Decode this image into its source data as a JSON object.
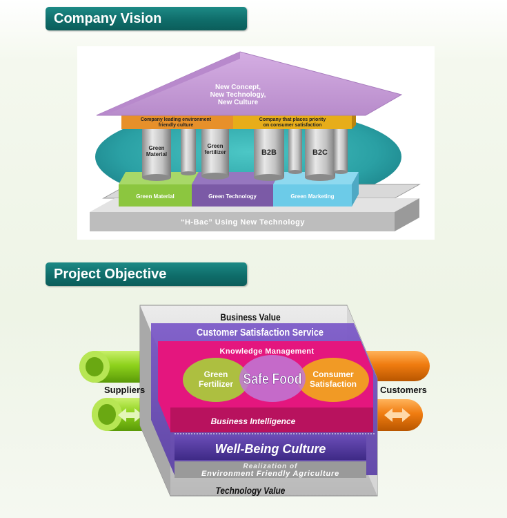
{
  "headers": {
    "vision": "Company Vision",
    "objective": "Project Objective"
  },
  "vision": {
    "roof": [
      "New Concept,",
      "New Technology,",
      "New Culture"
    ],
    "beam_left": [
      "Company leading environment",
      "friendly culture"
    ],
    "beam_right": [
      "Company that places priority",
      "on consumer satisfaction"
    ],
    "pillars": {
      "green_material": [
        "Green",
        "Material"
      ],
      "green_fertilizer": [
        "Green",
        "fertilizer"
      ],
      "b2b": "B2B",
      "b2c": "B2C"
    },
    "blocks": {
      "left": "Green Material",
      "mid": "Green Technology",
      "right": "Green Marketing"
    },
    "base": "“H-Bac”  Using New Technology"
  },
  "objective": {
    "business_value": "Business Value",
    "css": "Customer Satisfaction Service",
    "km": "Knowledge Management",
    "circles": {
      "left": [
        "Green",
        "Fertilizer"
      ],
      "mid": "Safe Food",
      "right": [
        "Consumer",
        "Satisfaction"
      ]
    },
    "bi": "Business Intelligence",
    "wbc": "Well-Being Culture",
    "realization": [
      "Realization of",
      "Environment Friendly Agriculture"
    ],
    "technology_value": "Technology Value",
    "suppliers": "Suppliers",
    "customers": "Customers"
  },
  "colors": {
    "header": "#0f6d6a",
    "roof": "#c49ad6",
    "beam": "#e7902a",
    "oval": "#29a3a6",
    "green_block": "#8cc63f",
    "purple_block": "#7b5aa6",
    "blue_block": "#6ccbe8",
    "magenta": "#e4167e",
    "lime": "#8ed21c",
    "orange": "#f07c10"
  }
}
